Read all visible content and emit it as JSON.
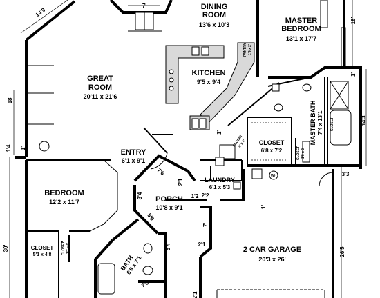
{
  "rooms": {
    "dining": {
      "name": "DINING",
      "name2": "ROOM",
      "dims": "13'6 x 10'3"
    },
    "master": {
      "name": "MASTER",
      "name2": "BEDROOM",
      "dims": "13'1 x 17'7"
    },
    "great": {
      "name": "GREAT",
      "name2": "ROOM",
      "dims": "20'11 x 21'6"
    },
    "kitchen": {
      "name": "KITCHEN",
      "dims": "9'5 x 9'4"
    },
    "entry": {
      "name": "ENTRY",
      "dims": "6'1 x 9'1"
    },
    "bedroom": {
      "name": "BEDROOM",
      "dims": "12'2 x 11'7"
    },
    "porch": {
      "name": "PORCH",
      "dims": "10'8 x 9'1"
    },
    "laundry": {
      "name": "LAUNDRY",
      "dims": "6'1 x 5'3"
    },
    "closet_master": {
      "name": "CLOSET",
      "dims": "6'8 x 7'2"
    },
    "master_bath": {
      "name": "MASTER BATH",
      "dims": "7'4 x 13'1"
    },
    "closet_bed": {
      "name": "CLOSET",
      "dims": "5'1 x 4'8"
    },
    "bath": {
      "name": "BATH",
      "dims": "6'9 x 7'1"
    },
    "garage": {
      "name": "2 CAR GARAGE",
      "dims": "20'3 x 26'"
    },
    "pantry": {
      "name": "PANTRY",
      "dims": "1'9 x 2'"
    },
    "closet_small": {
      "name": "CLOSET",
      "dims": "2' x 4'"
    },
    "closet_vert": {
      "name": "CLOSET",
      "dims": "1'8 x 2'"
    },
    "closet_bed_small": {
      "name": "CLOSET",
      "dims": "1'7 x 4'"
    },
    "closet_mbath": {
      "name": "CLOSET",
      "dims": "1'6 x 2'"
    }
  },
  "fixtures": {
    "wh": "WH"
  },
  "dimensions": {
    "d_14_9": "14'9",
    "d_7": "7'",
    "d_18_top": "18'",
    "d_18_left": "18'",
    "d_1_4": "1'4",
    "d_14_3": "14'3",
    "d_3_3": "3'3",
    "d_30": "30'",
    "d_26_5": "26'5",
    "d_7_6a": "7'6",
    "d_2_1a": "2'1",
    "d_3_4": "3'4",
    "d_1_2": "1'2",
    "d_2_2": "2'2",
    "d_5_6": "5'6",
    "d_7_a": "7'",
    "d_2_1b": "2'1",
    "d_1_a": "1'",
    "d_5_4": "5'4",
    "d_7_6b": "7'6",
    "d_2_1c": "2'1",
    "d_1_b": "1'",
    "d_1_c": "1'",
    "d_1_d": "1'"
  }
}
